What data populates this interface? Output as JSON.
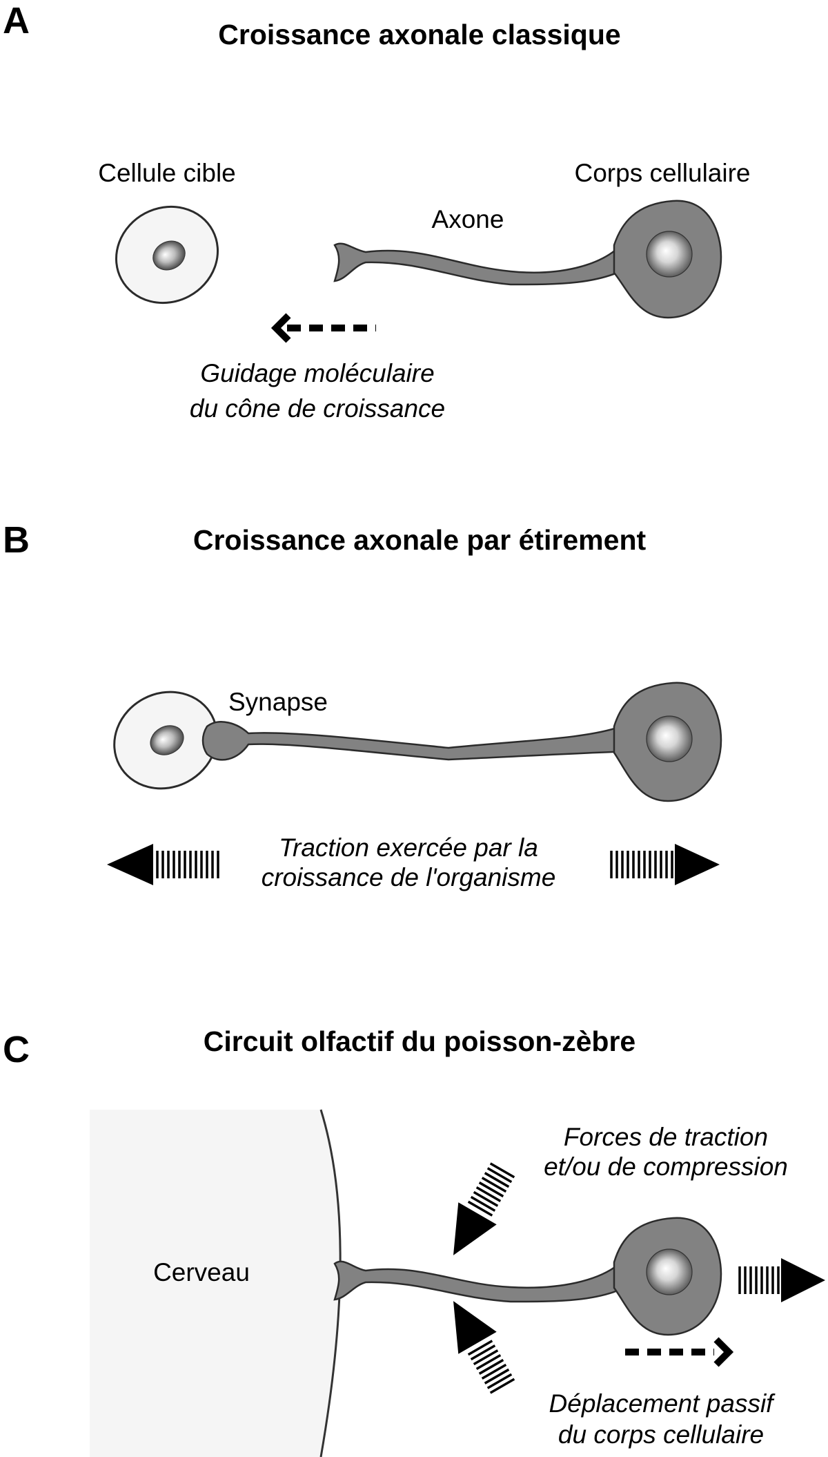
{
  "panels": {
    "a": {
      "letter": "A",
      "title": "Croissance axonale classique",
      "target_cell": "Cellule cible",
      "cell_body": "Corps cellulaire",
      "axon": "Axone",
      "caption_line1": "Guidage moléculaire",
      "caption_line2": "du cône de croissance"
    },
    "b": {
      "letter": "B",
      "title": "Croissance axonale par étirement",
      "synapse": "Synapse",
      "caption_line1": "Traction exercée par la",
      "caption_line2": "croissance de l'organisme"
    },
    "c": {
      "letter": "C",
      "title": "Circuit olfactif du poisson-zèbre",
      "brain": "Cerveau",
      "forces_line1": "Forces de traction",
      "forces_line2": "et/ou de compression",
      "displacement_line1": "Déplacement passif",
      "displacement_line2": "du corps cellulaire"
    }
  },
  "colors": {
    "neuron_fill": "#828282",
    "outline": "#2b2b2b",
    "pale_fill": "#f5f5f5",
    "arrow": "#000000"
  }
}
